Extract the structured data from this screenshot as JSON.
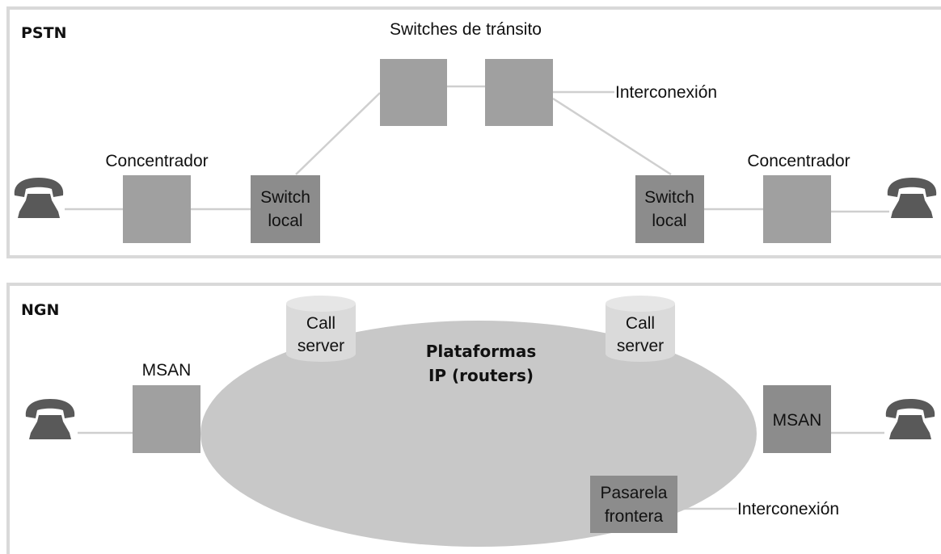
{
  "pstn": {
    "title": "PSTN",
    "transit_label": "Switches de tránsito",
    "interconnection_label": "Interconexión",
    "concentrator_left": "Concentrador",
    "concentrator_right": "Concentrador",
    "switch_left": [
      "Switch",
      "local"
    ],
    "switch_right": [
      "Switch",
      "local"
    ]
  },
  "ngn": {
    "title": "NGN",
    "msan_left": "MSAN",
    "msan_right": "MSAN",
    "call_server_left": [
      "Call",
      "server"
    ],
    "call_server_right": [
      "Call",
      "server"
    ],
    "platform": [
      "Plataformas",
      "IP (routers)"
    ],
    "gateway": [
      "Pasarela",
      "frontera"
    ],
    "interconnection_label": "Interconexión"
  },
  "icons": {
    "phone": "telephone-icon"
  },
  "colors": {
    "box_medium": "#a0a0a0",
    "box_dark": "#8c8c8c",
    "ellipse": "#c8c8c8",
    "phone": "#595959",
    "link": "#cfcfcf"
  }
}
